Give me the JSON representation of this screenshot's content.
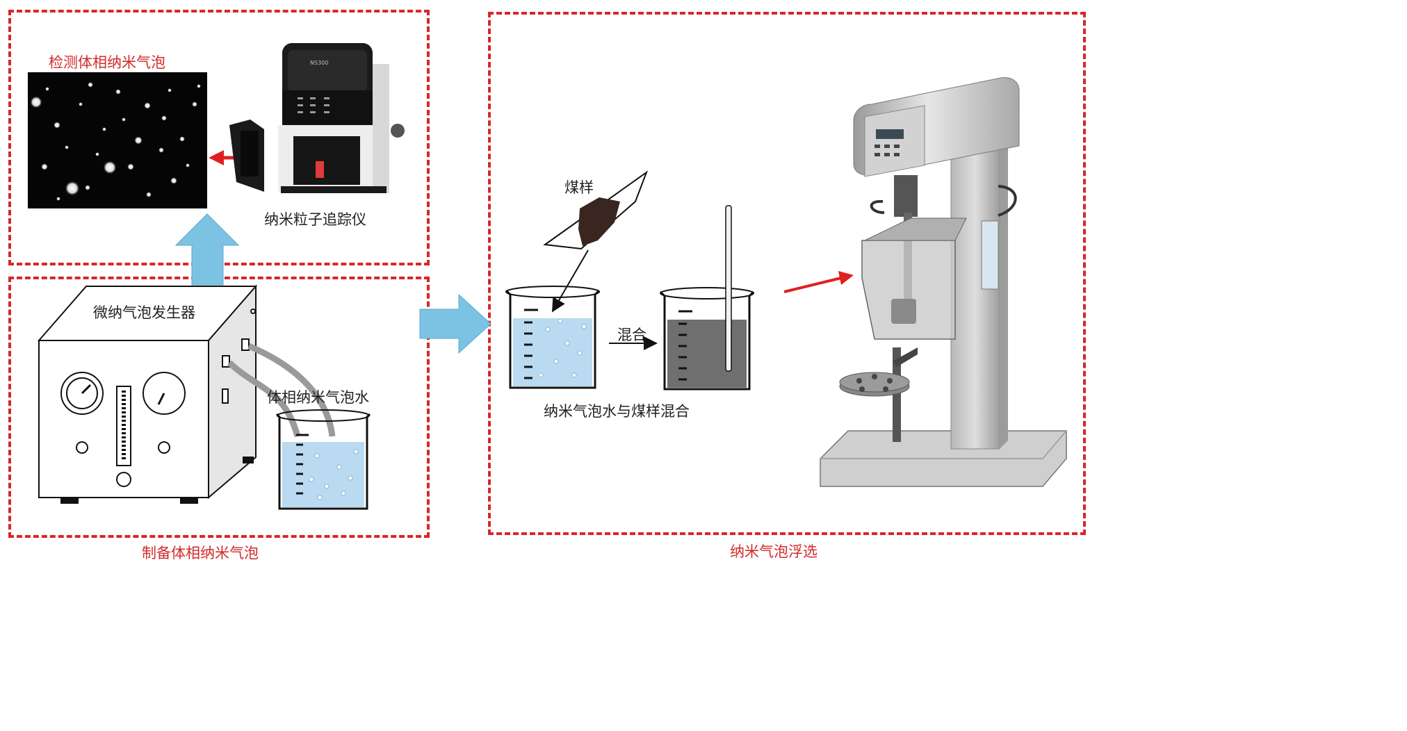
{
  "labels": {
    "detect_title": "检测体相纳米气泡",
    "tracker_label": "纳米粒子追踪仪",
    "tracker_model": "NS300",
    "generator_label": "微纳气泡发生器",
    "bulk_water_label": "体相纳米气泡水",
    "prep_caption": "制备体相纳米气泡",
    "coal_label": "煤样",
    "mix_label": "混合",
    "mix_caption": "纳米气泡水与煤样混合",
    "flotation_caption": "纳米气泡浮选"
  },
  "colors": {
    "dash_red": "#d8262a",
    "caption_red": "#d22a2a",
    "arrow_blue": "#7cc2e3",
    "water_blue": "#b9daf0",
    "coal_mix": "#6f6f6f",
    "machine_gray": "#c9c9c9"
  }
}
